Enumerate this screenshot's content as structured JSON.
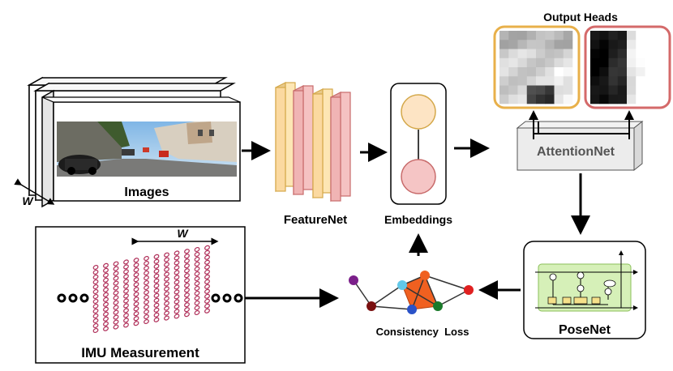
{
  "labels": {
    "images": "Images",
    "width_w_images": "W",
    "featurenet": "FeatureNet",
    "embeddings": "Embeddings",
    "output_heads": "Output Heads",
    "attentionnet": "AttentionNet",
    "posenet": "PoseNet",
    "imu_measurement": "IMU Measurement",
    "width_w_imu": "W",
    "consistency_loss": "Consistency  Loss"
  },
  "colors": {
    "feature_yellow": "#fde6b4",
    "feature_yellow_stroke": "#d4a84a",
    "feature_pink": "#f5c2c2",
    "feature_pink_stroke": "#c86b6b",
    "embedding_top": "#fde4c4",
    "embedding_bottom": "#f5c5c5",
    "head_left_border": "#e8b04a",
    "head_right_border": "#d46a6a",
    "posenet_fill": "#d6f0b8",
    "graph_orange": "#f06020",
    "node_purple": "#7b1f8a",
    "node_darkred": "#7a1010",
    "node_cyan": "#62c8e8",
    "node_blue": "#2a52c8",
    "node_green": "#1a7a2a",
    "node_red": "#e02020",
    "imu_ring": "#b0305a"
  }
}
